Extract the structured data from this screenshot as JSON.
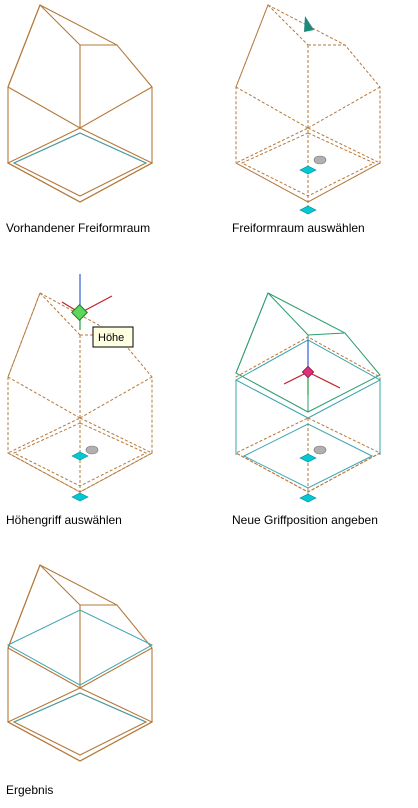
{
  "colors": {
    "edge": "#b5793a",
    "floor": "#3aa3b0",
    "highlight": "#2d9e6e",
    "grip": "#00c8d4",
    "axis_red": "#c0202a",
    "axis_green": "#20a040",
    "axis_blue": "#3060d0",
    "tooltip_bg": "#ffffe1"
  },
  "panels": [
    {
      "caption": "Vorhandener Freiformraum"
    },
    {
      "caption": "Freiformraum auswählen"
    },
    {
      "caption": "Höhengriff auswählen",
      "tooltip": "Höhe"
    },
    {
      "caption": "Neue Griffposition angeben"
    },
    {
      "caption": "Ergebnis"
    }
  ]
}
